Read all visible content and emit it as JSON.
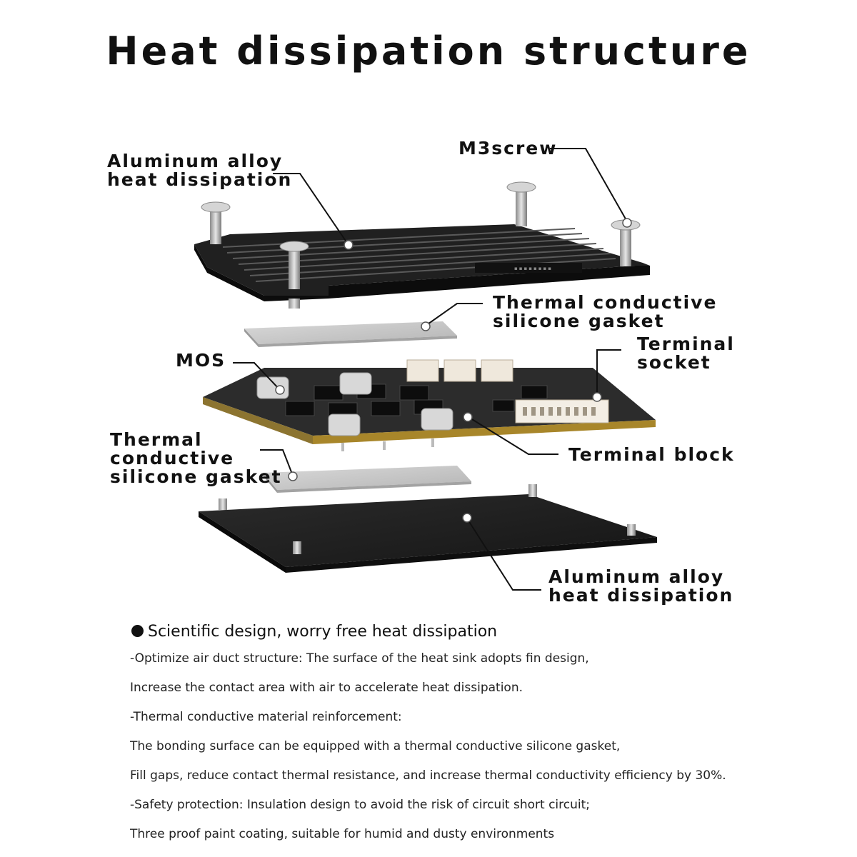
{
  "title": "Heat dissipation structure",
  "labels": {
    "aluminum_top_1": "Aluminum alloy",
    "aluminum_top_2": "heat dissipation",
    "m3screw": "M3screw",
    "gasket_top_1": "Thermal conductive",
    "gasket_top_2": "silicone gasket",
    "terminal_socket_1": "Terminal",
    "terminal_socket_2": "socket",
    "mos": "MOS",
    "gasket_bottom_1": "Thermal",
    "gasket_bottom_2": "conductive",
    "gasket_bottom_3": "silicone gasket",
    "terminal_block": "Terminal block",
    "aluminum_bottom_1": "Aluminum alloy",
    "aluminum_bottom_2": "heat dissipation"
  },
  "description": {
    "heading": "Scientific design, worry free heat dissipation",
    "lines": [
      "-Optimize air duct structure: The surface of the heat sink adopts fin design,",
      "Increase the contact area with air to accelerate heat dissipation.",
      "-Thermal conductive material reinforcement:",
      "The bonding surface can be equipped with a thermal conductive silicone gasket,",
      "Fill gaps, reduce contact thermal resistance, and increase thermal conductivity efficiency by 30%.",
      "-Safety protection: Insulation design to avoid the risk of circuit short circuit;",
      "Three proof paint coating, suitable for humid and dusty environments"
    ]
  },
  "colors": {
    "heatsink": "#1c1c1c",
    "gasket": "#c8c8c8",
    "pcb": "#2a2a2a",
    "pcb_edge": "#a8862a",
    "screw": "#b9b9b9"
  }
}
